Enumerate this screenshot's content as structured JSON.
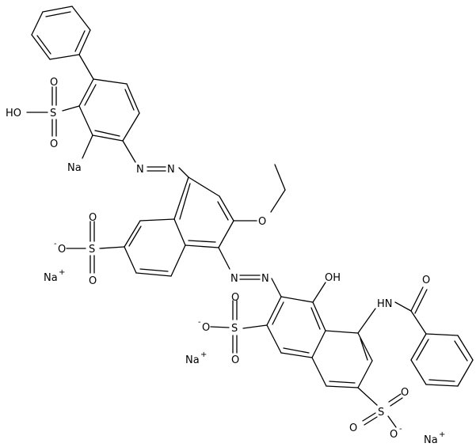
{
  "labels": {
    "ho_top": "HO",
    "s_top": "S",
    "o_top_up": "O",
    "o_top_down": "O",
    "na_bound": "Na",
    "n1a": "N",
    "n1b": "N",
    "o_ether": "O",
    "o_minus_1": "O",
    "minus_1": "-",
    "s_1": "S",
    "o_s1_up": "O",
    "o_s1_down": "O",
    "na_ion_1": "Na",
    "plus_1": "+",
    "n2a": "N",
    "n2b": "N",
    "oh_label": "OH",
    "hn_label": "HN",
    "o_amide": "O",
    "o_minus_2": "O",
    "minus_2": "-",
    "s_2": "S",
    "o_s2_up": "O",
    "o_s2_down": "O",
    "na_ion_2": "Na",
    "plus_2": "+",
    "s_3": "S",
    "o_s3_left": "O",
    "o_s3_right": "O",
    "o_minus_3": "O",
    "minus_3": "-",
    "na_ion_3": "Na",
    "plus_3": "+"
  }
}
